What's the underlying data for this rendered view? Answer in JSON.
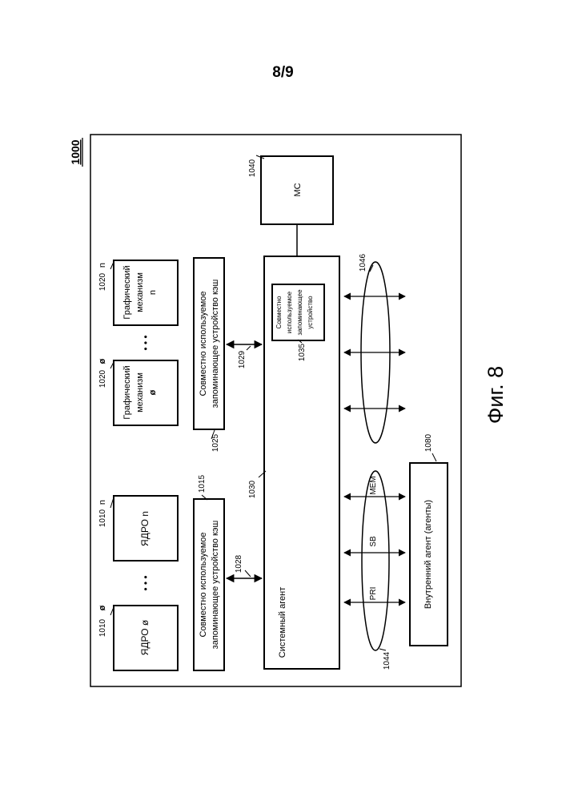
{
  "page": {
    "number": "8/9"
  },
  "figure": {
    "ref": "1000",
    "caption": "Фиг. 8",
    "cores": [
      {
        "ref": "1010",
        "ref_suffix": "ø",
        "label": "ЯДРО ø"
      },
      {
        "ref": "1010",
        "ref_suffix": "n",
        "label": "ЯДРО n"
      }
    ],
    "graphics": [
      {
        "ref": "1020",
        "ref_suffix": "ø",
        "line1": "Графический",
        "line2": "механизм",
        "line3": "ø"
      },
      {
        "ref": "1020",
        "ref_suffix": "n",
        "line1": "Графический",
        "line2": "механизм",
        "line3": "n"
      }
    ],
    "ellipsis": "• • •",
    "cache_cores": {
      "ref": "1015",
      "line1": "Совместно используемое",
      "line2": "запоминающее устройство кэш"
    },
    "cache_graphics": {
      "ref": "1025",
      "line1": "Совместно используемое",
      "line2": "запоминающее устройство кэш"
    },
    "link_1028": "1028",
    "link_1029": "1029",
    "system_agent": {
      "ref": "1030",
      "label": "Системный агент"
    },
    "inner_cache": {
      "ref": "1035",
      "line1": "Совместно",
      "line2": "используемое",
      "line3": "запоминающее",
      "line4": "устройство"
    },
    "mc": {
      "ref": "1040",
      "label": "MC"
    },
    "bus_1044": {
      "ref": "1044",
      "labels": [
        "PRI",
        "SB",
        "MEM"
      ]
    },
    "bus_1046": {
      "ref": "1046"
    },
    "internal_agent": {
      "ref": "1080",
      "label": "Внутренний агент (агенты)"
    }
  }
}
